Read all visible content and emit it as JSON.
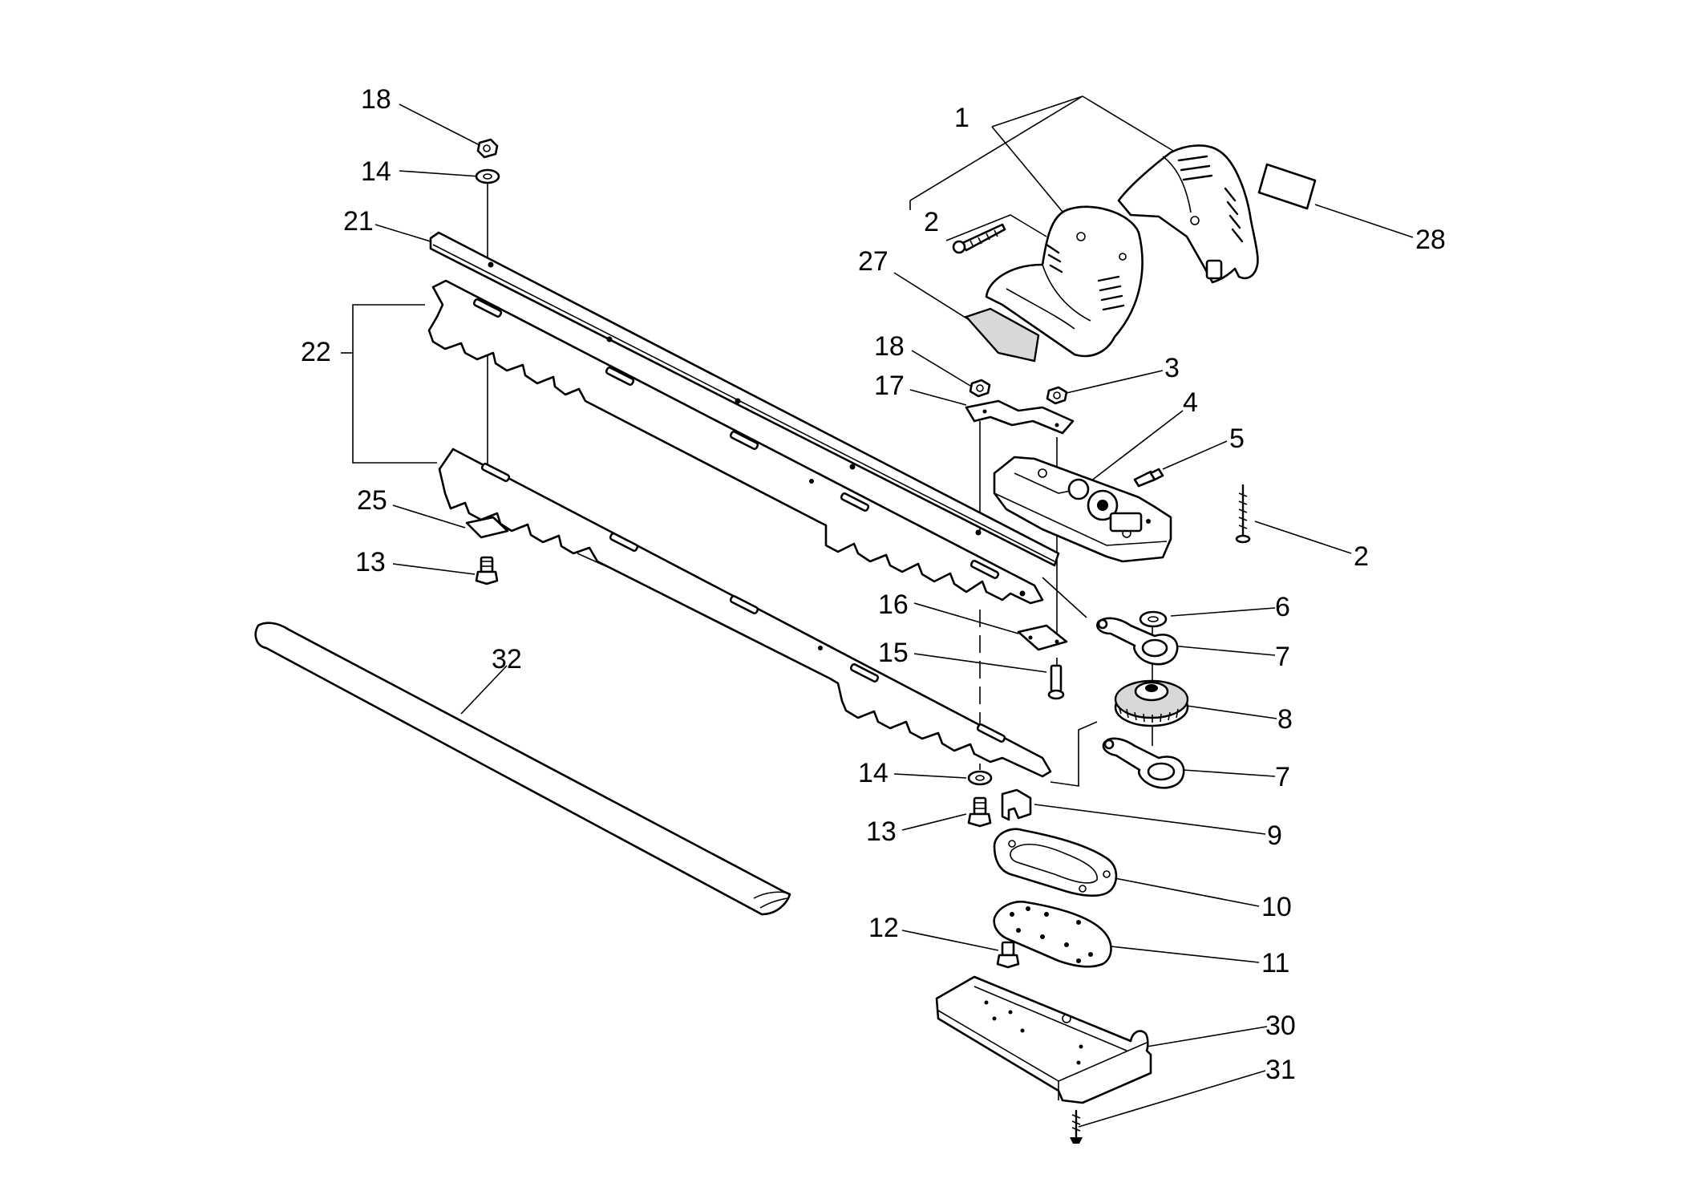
{
  "labels": {
    "p1": "1",
    "p2a": "2",
    "p2b": "2",
    "p3": "3",
    "p4": "4",
    "p5": "5",
    "p6": "6",
    "p7a": "7",
    "p7b": "7",
    "p8": "8",
    "p9": "9",
    "p10": "10",
    "p11": "11",
    "p12": "12",
    "p13a": "13",
    "p13b": "13",
    "p14a": "14",
    "p14b": "14",
    "p15": "15",
    "p16": "16",
    "p17": "17",
    "p18a": "18",
    "p18b": "18",
    "p21": "21",
    "p22": "22",
    "p25": "25",
    "p27": "27",
    "p28": "28",
    "p30": "30",
    "p31": "31",
    "p32": "32"
  }
}
